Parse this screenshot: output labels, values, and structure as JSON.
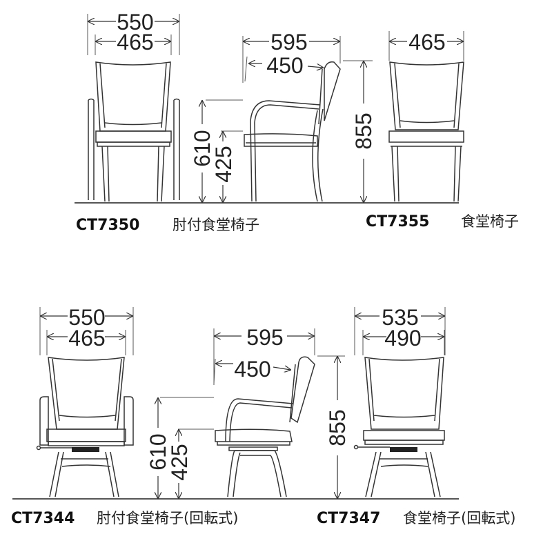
{
  "diagram": {
    "units": "mm",
    "background": "#ffffff",
    "line_color": "#333333",
    "chairs": [
      {
        "id": "ct7350",
        "code": "CT7350",
        "name": "肘付食堂椅子",
        "view": "front",
        "dims": {
          "overall_width": "550",
          "seat_width": "465"
        }
      },
      {
        "id": "ct7350-side",
        "view": "side",
        "dims": {
          "depth": "595",
          "seat_depth": "450",
          "arm_height": "610",
          "seat_height": "425",
          "overall_height": "855"
        }
      },
      {
        "id": "ct7355",
        "code": "CT7355",
        "name": "食堂椅子",
        "view": "front",
        "dims": {
          "overall_width": "465"
        }
      },
      {
        "id": "ct7344",
        "code": "CT7344",
        "name": "肘付食堂椅子(回転式)",
        "view": "front",
        "dims": {
          "overall_width": "550",
          "seat_width": "465"
        }
      },
      {
        "id": "ct7344-side",
        "view": "side",
        "dims": {
          "depth": "595",
          "seat_depth": "450",
          "arm_height": "610",
          "seat_height": "425",
          "overall_height": "855"
        }
      },
      {
        "id": "ct7347",
        "code": "CT7347",
        "name": "食堂椅子(回転式)",
        "view": "front",
        "dims": {
          "overall_width": "535",
          "seat_width": "490"
        }
      }
    ]
  }
}
